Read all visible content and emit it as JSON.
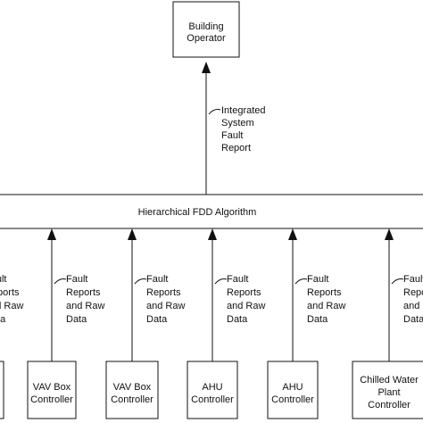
{
  "operator_box": {
    "lines": [
      "Building",
      "Operator"
    ]
  },
  "integrated_report": {
    "lines": [
      "Integrated",
      "System",
      "Fault",
      "Report"
    ]
  },
  "algorithm": {
    "label": "Hierarchical FDD  Algorithm"
  },
  "branches": [
    {
      "report_lines": [
        "Fault",
        "Reports",
        "and Raw",
        "Data"
      ],
      "controller_lines": []
    },
    {
      "report_lines": [
        "Fault",
        "Reports",
        "and Raw",
        "Data"
      ],
      "controller_lines": [
        "VAV Box",
        "Controller"
      ]
    },
    {
      "report_lines": [
        "Fault",
        "Reports",
        "and Raw",
        "Data"
      ],
      "controller_lines": [
        "VAV Box",
        "Controller"
      ]
    },
    {
      "report_lines": [
        "Fault",
        "Reports",
        "and Raw",
        "Data"
      ],
      "controller_lines": [
        "AHU",
        "Controller"
      ]
    },
    {
      "report_lines": [
        "Fault",
        "Reports",
        "and Raw",
        "Data"
      ],
      "controller_lines": [
        "AHU",
        "Controller"
      ]
    },
    {
      "report_lines": [
        "Fault",
        "Reports",
        "and Raw",
        "Data"
      ],
      "controller_lines": [
        "Chilled Water",
        "Plant",
        "Controller"
      ]
    }
  ]
}
